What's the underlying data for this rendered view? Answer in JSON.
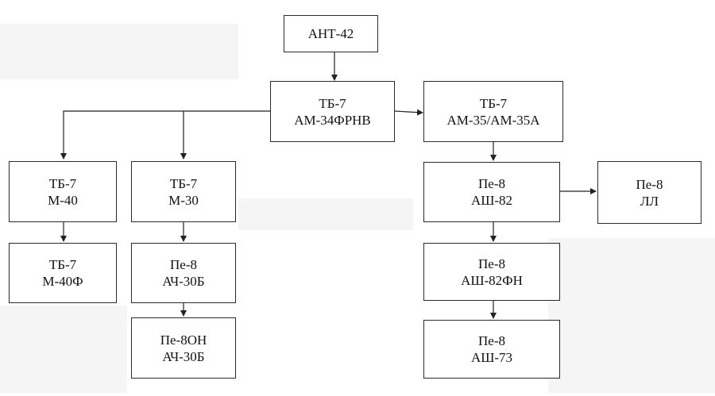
{
  "nodes": {
    "ant42": {
      "line1": "АНТ-42"
    },
    "tb7_34": {
      "line1": "ТБ-7",
      "line2": "АМ-34ФРНВ"
    },
    "tb7_35": {
      "line1": "ТБ-7",
      "line2": "АМ-35/АМ-35А"
    },
    "tb7_m40": {
      "line1": "ТБ-7",
      "line2": "М-40"
    },
    "tb7_m30": {
      "line1": "ТБ-7",
      "line2": "М-30"
    },
    "tb7_m40f": {
      "line1": "ТБ-7",
      "line2": "М-40Ф"
    },
    "pe8_ach": {
      "line1": "Пе-8",
      "line2": "АЧ-30Б"
    },
    "pe8on": {
      "line1": "Пе-8ОН",
      "line2": "АЧ-30Б"
    },
    "pe8_ash82": {
      "line1": "Пе-8",
      "line2": "АШ-82"
    },
    "pe8_ll": {
      "line1": "Пе-8",
      "line2": "ЛЛ"
    },
    "pe8_ash82fn": {
      "line1": "Пе-8",
      "line2": "АШ-82ФН"
    },
    "pe8_ash73": {
      "line1": "Пе-8",
      "line2": "АШ-73"
    }
  }
}
